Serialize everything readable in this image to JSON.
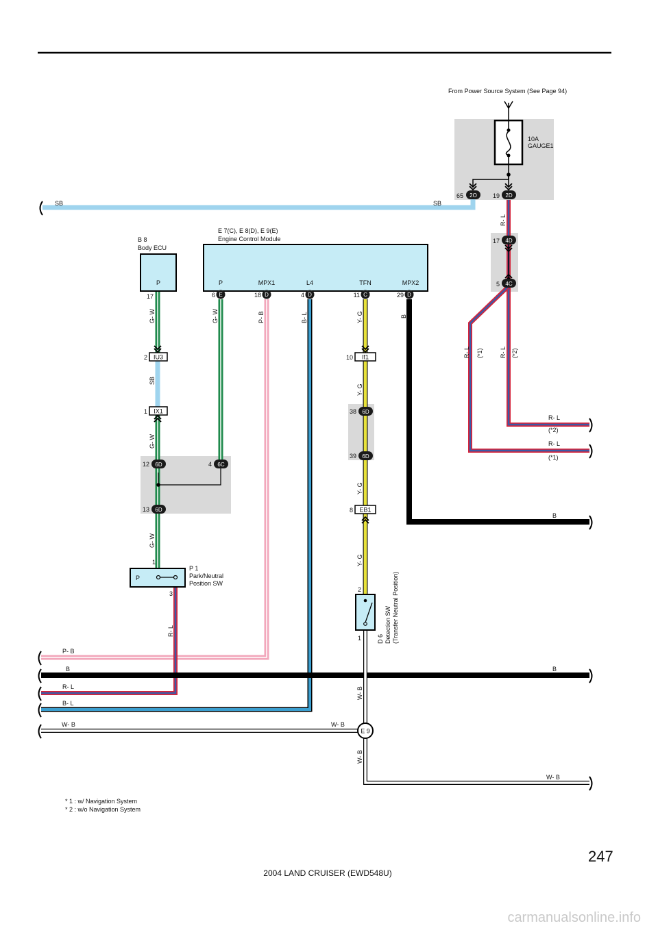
{
  "header": {
    "power_source_note": "From Power Source System (See Page 94)"
  },
  "fuse": {
    "rating": "10A",
    "name": "GAUGE1"
  },
  "components": {
    "body_ecu": {
      "code": "B 8",
      "name": "Body ECU",
      "terminal": "P"
    },
    "ecm": {
      "code": "E 7(C), E 8(D), E 9(E)",
      "name": "Engine Control Module",
      "terminals": [
        "P",
        "MPX1",
        "L4",
        "TFN",
        "MPX2"
      ]
    },
    "park_neutral_sw": {
      "code": "P 1",
      "name_line1": "Park/Neutral",
      "name_line2": "Position SW",
      "terminal": "P"
    },
    "detection_sw": {
      "code": "D 6",
      "name_line1": "Detection SW",
      "name_line2": "(Transfer Neutral Position)"
    },
    "ground": {
      "code": "E 9"
    }
  },
  "connectors": {
    "c_2o": {
      "pin": "65",
      "id": "2O"
    },
    "c_2d_top": {
      "pin": "19",
      "id": "2D"
    },
    "c_4d": {
      "pin": "17",
      "id": "4D"
    },
    "c_4c": {
      "pin": "5",
      "id": "4C"
    },
    "c_iu3": {
      "pin": "2",
      "id": "IU3"
    },
    "c_ix1": {
      "pin": "1",
      "id": "IX1"
    },
    "c_6d_12": {
      "pin": "12",
      "id": "6D"
    },
    "c_6c": {
      "pin": "4",
      "id": "6C"
    },
    "c_6d_13": {
      "pin": "13",
      "id": "6D"
    },
    "c_if1": {
      "pin": "10",
      "id": "If1"
    },
    "c_6d_38": {
      "pin": "38",
      "id": "6D"
    },
    "c_6d_39": {
      "pin": "39",
      "id": "6D"
    },
    "c_eb1": {
      "pin": "8",
      "id": "EB1"
    },
    "ecm_e": {
      "pin": "6",
      "id": "E"
    },
    "ecm_d18": {
      "pin": "18",
      "id": "D"
    },
    "ecm_d4": {
      "pin": "4",
      "id": "D"
    },
    "ecm_c11": {
      "pin": "11",
      "id": "C"
    },
    "ecm_d29": {
      "pin": "29",
      "id": "D"
    }
  },
  "pins": {
    "ecu_p": "17",
    "pn_1": "1",
    "pn_3": "3",
    "det_2": "2",
    "det_1": "1"
  },
  "wires": {
    "sb": "SB",
    "rl": "R- L",
    "gw": "G- W",
    "pb": "P- B",
    "bl": "B- L",
    "yg": "Y- G",
    "b": "B",
    "wb": "W- B",
    "star1": "(*1)",
    "star2": "(*2)"
  },
  "notes": [
    "* 1 : w/ Navigation System",
    "* 2 : w/o Navigation System"
  ],
  "page": {
    "number": "247",
    "title": "2004 LAND CRUISER (EWD548U)"
  },
  "watermark": "carmanualsonline.info",
  "colors": {
    "sky_blue": "#9fd4ee",
    "green": "#1f8a4c",
    "pink": "#f2a7bb",
    "red": "#d6243a",
    "blue": "#3a5ba8",
    "light_blue": "#3b9fd0",
    "yellow": "#e8e23a",
    "black": "#000000",
    "ecm_fill": "#c6ecf6",
    "box_gray": "#d9d9d9"
  }
}
